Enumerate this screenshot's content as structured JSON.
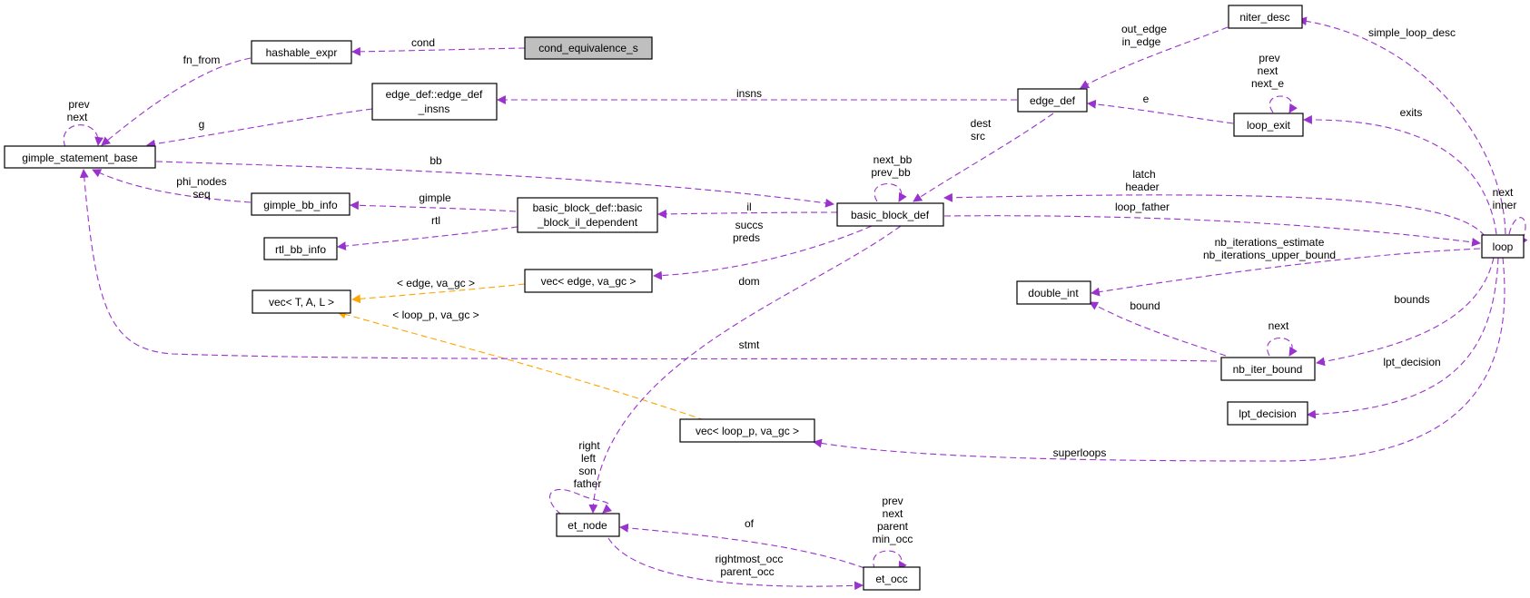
{
  "colors": {
    "pointer_edge": "#9a32cd",
    "template_edge": "#ffa500",
    "highlight_fill": "#bfbfbf",
    "node_fill": "#ffffff",
    "node_border": "#000000"
  },
  "nodes": {
    "cond_equivalence_s": "cond_equivalence_s",
    "hashable_expr": "hashable_expr",
    "gimple_statement_base": "gimple_statement_base",
    "edge_def_insns_line1": "edge_def::edge_def",
    "edge_def_insns_line2": "_insns",
    "gimple_bb_info": "gimple_bb_info",
    "rtl_bb_info": "rtl_bb_info",
    "basic_block_il_line1": "basic_block_def::basic",
    "basic_block_il_line2": "_block_il_dependent",
    "vec_template": "vec< T, A, L >",
    "vec_edge": "vec< edge, va_gc >",
    "vec_loop_p": "vec< loop_p, va_gc >",
    "et_node": "et_node",
    "et_occ": "et_occ",
    "edge_def": "edge_def",
    "basic_block_def": "basic_block_def",
    "niter_desc": "niter_desc",
    "loop_exit": "loop_exit",
    "double_int": "double_int",
    "nb_iter_bound": "nb_iter_bound",
    "lpt_decision": "lpt_decision",
    "loop": "loop"
  },
  "edge_labels": {
    "cond": "cond",
    "fn_from": "fn_from",
    "gsb_prev": "prev",
    "gsb_next": "next",
    "g": "g",
    "bb": "bb",
    "phi_nodes": "phi_nodes",
    "seq": "seq",
    "gimple": "gimple",
    "rtl": "rtl",
    "il": "il",
    "insns": "insns",
    "out_edge": "out_edge",
    "in_edge": "in_edge",
    "e": "e",
    "le_prev": "prev",
    "le_next": "next",
    "le_next_e": "next_e",
    "dest": "dest",
    "src": "src",
    "next_bb": "next_bb",
    "prev_bb": "prev_bb",
    "latch": "latch",
    "header": "header",
    "loop_father": "loop_father",
    "succs": "succs",
    "preds": "preds",
    "edge_va_gc": "< edge, va_gc >",
    "loop_p_va_gc": "< loop_p, va_gc >",
    "dom": "dom",
    "stmt": "stmt",
    "simple_loop_desc": "simple_loop_desc",
    "exits": "exits",
    "loop_next": "next",
    "loop_inner": "inner",
    "nb_iterations_estimate": "nb_iterations_estimate",
    "nb_iterations_upper_bound": "nb_iterations_upper_bound",
    "bound": "bound",
    "bounds": "bounds",
    "nib_next": "next",
    "lpt_decision": "lpt_decision",
    "superloops": "superloops",
    "right": "right",
    "left": "left",
    "son": "son",
    "father": "father",
    "of": "of",
    "rightmost_occ": "rightmost_occ",
    "parent_occ": "parent_occ",
    "occ_prev": "prev",
    "occ_next": "next",
    "occ_parent": "parent",
    "occ_min_occ": "min_occ"
  }
}
